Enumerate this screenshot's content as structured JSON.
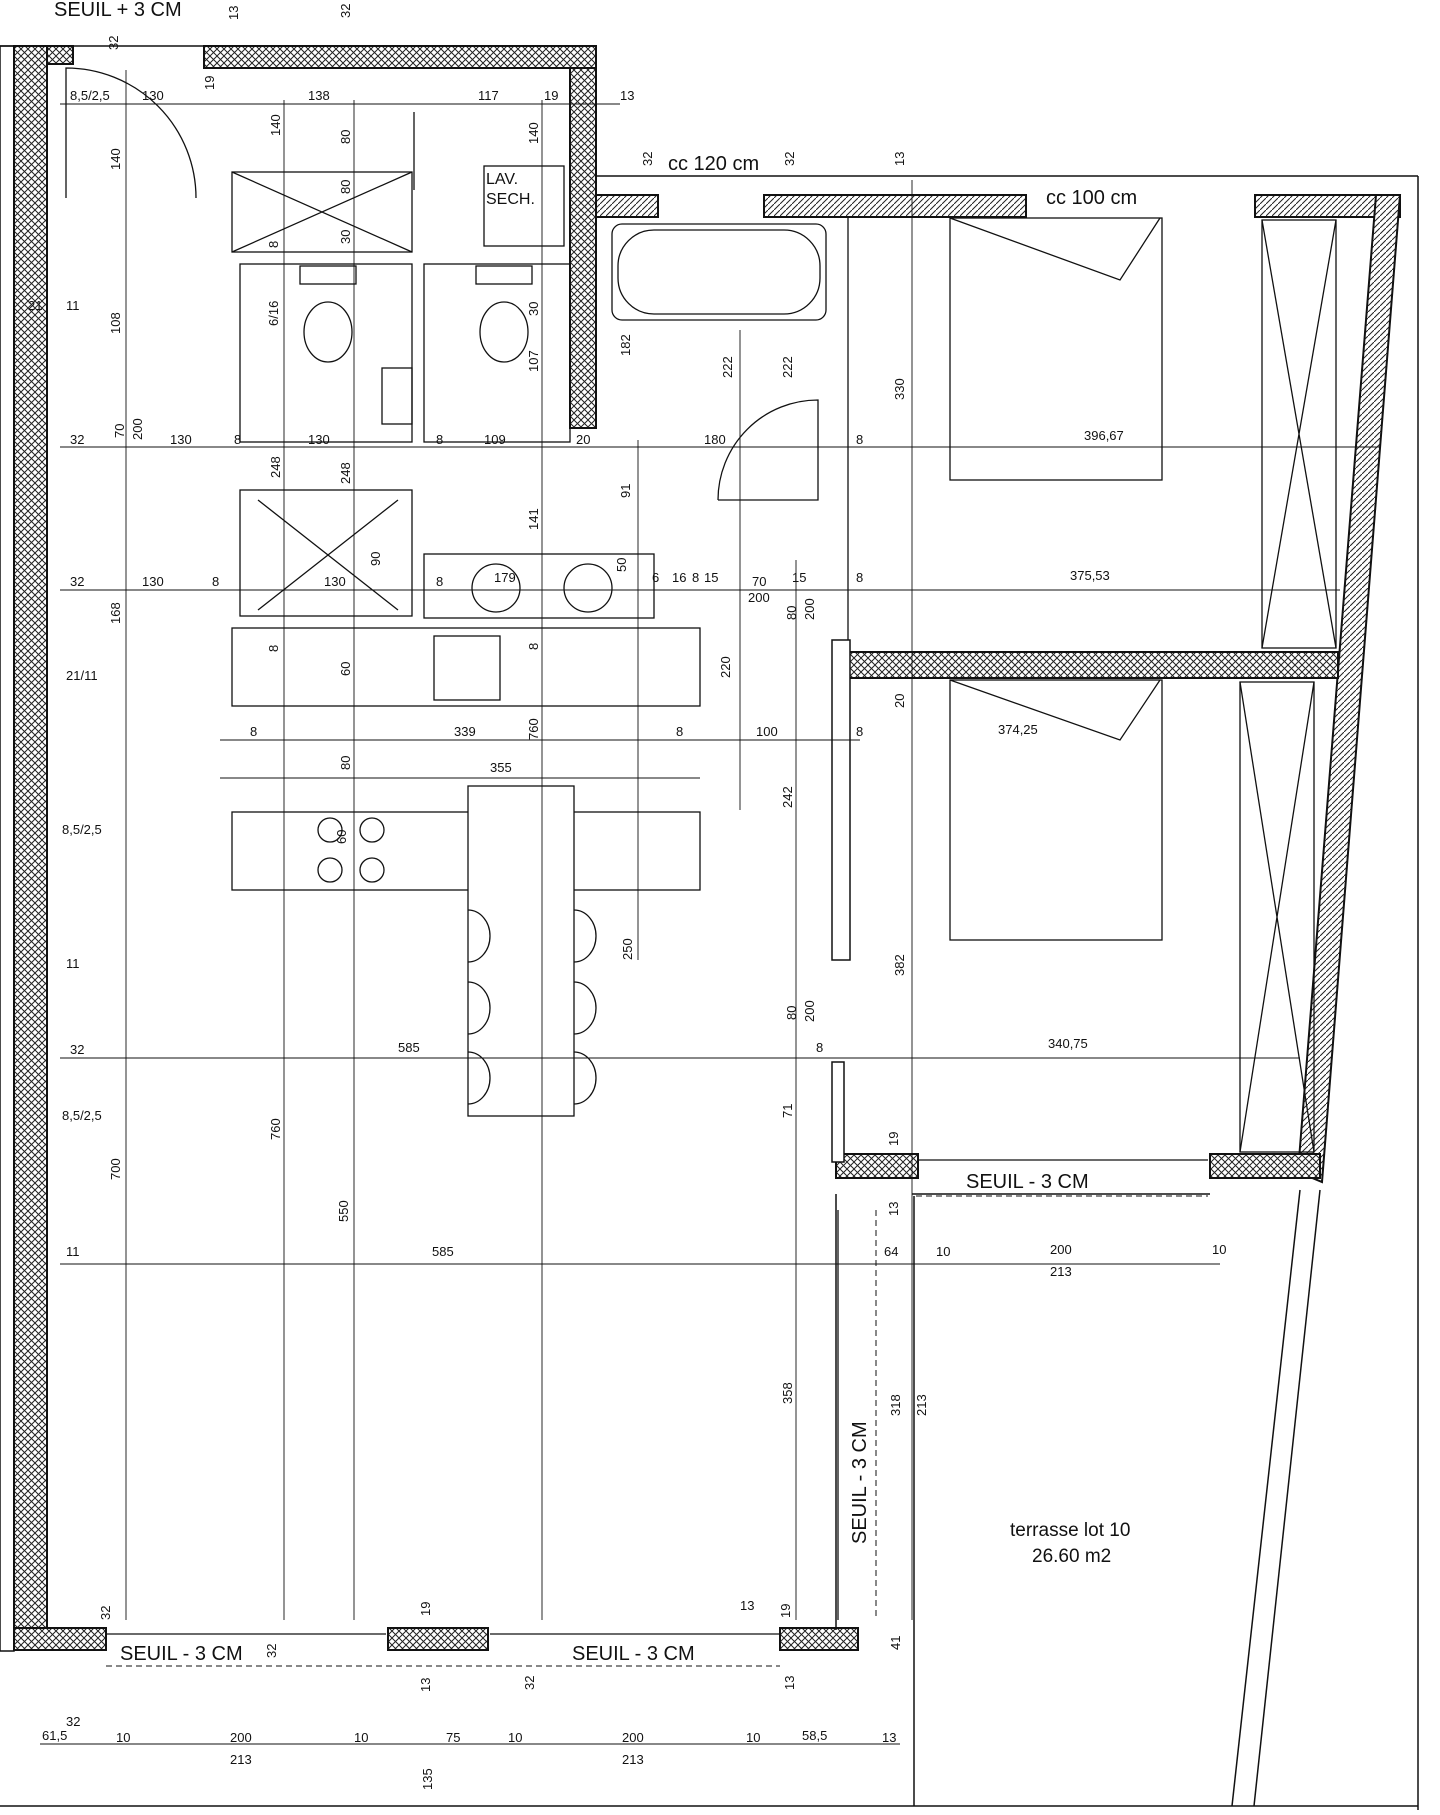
{
  "labels": {
    "seuil_top": "SEUIL + 3 CM",
    "cc_120": "cc 120 cm",
    "cc_100": "cc 100 cm",
    "lav_1": "LAV.",
    "lav_2": "SECH.",
    "seuil_right": "SEUIL - 3 CM",
    "seuil_vertical": "SEUIL - 3 CM",
    "seuil_bottom_left": "SEUIL - 3 CM",
    "seuil_bottom_mid": "SEUIL - 3 CM",
    "terrasse": "terrasse lot 10",
    "terrasse_area": "26.60 m2"
  },
  "dimensions": {
    "d8_5_a": "8,5/2,5",
    "d130_a": "130",
    "d138": "138",
    "d117": "117",
    "d19_a": "19",
    "d13_a": "13",
    "d140_a": "140",
    "d140_b": "140",
    "d80_a": "80",
    "d80_b": "80",
    "d30_a": "30",
    "d140_c": "140",
    "d32_a": "32",
    "d13_b": "13",
    "d32_b": "32",
    "d19_b": "19",
    "d32_c": "32",
    "d32_d": "32",
    "d13_c": "13",
    "d108": "108",
    "d6_16": "6/16",
    "d8_a": "8",
    "d30_b": "30",
    "d107": "107",
    "d182": "182",
    "d222_a": "222",
    "d222_b": "222",
    "d330": "330",
    "d21_a": "21",
    "d11_a": "11",
    "d70_a": "70",
    "d200_a": "200",
    "d32_e": "32",
    "d130_b": "130",
    "d8_b": "8",
    "d130_c": "130",
    "d8_c": "8",
    "d109": "109",
    "d20_a": "20",
    "d180": "180",
    "d8_d": "8",
    "d396": "396,67",
    "d248_a": "248",
    "d248_b": "248",
    "d141": "141",
    "d91": "91",
    "d90": "90",
    "d32_f": "32",
    "d130_d": "130",
    "d8_e": "8",
    "d130_e": "130",
    "d8_f": "8",
    "d179": "179",
    "d50": "50",
    "d6": "6",
    "d16": "16",
    "d8_g": "8",
    "d15_a": "15",
    "d70_b": "70",
    "d200_b": "200",
    "d15_b": "15",
    "d8_h": "8",
    "d375": "375,53",
    "d168": "168",
    "d80_c": "80",
    "d200_c": "200",
    "d21_11": "21/11",
    "d8_i": "8",
    "d60_a": "60",
    "d8_j": "8",
    "d220": "220",
    "d20_b": "20",
    "d8_k": "8",
    "d339": "339",
    "d760_a": "760",
    "d8_l": "8",
    "d100": "100",
    "d8_m": "8",
    "d374": "374,25",
    "d80_d": "80",
    "d355": "355",
    "d242": "242",
    "d8_5_b": "8,5/2,5",
    "d60_b": "60",
    "d250": "250",
    "d382": "382",
    "d11_b": "11",
    "d80_e": "80",
    "d200_d": "200",
    "d32_g": "32",
    "d585_a": "585",
    "d8_n": "8",
    "d340": "340,75",
    "d8_5_c": "8,5/2,5",
    "d760_b": "760",
    "d71": "71",
    "d700": "700",
    "d19_c": "19",
    "d550": "550",
    "d13_d": "13",
    "d11_c": "11",
    "d585_b": "585",
    "d64": "64",
    "d10_a": "10",
    "d200_e": "200",
    "d213_a": "213",
    "d10_b": "10",
    "d358": "358",
    "d318": "318",
    "d213_b": "213",
    "d32_h": "32",
    "d19_d": "19",
    "d19_e": "19",
    "d41": "41",
    "d32_i": "32",
    "d13_e": "13",
    "d32_j": "32",
    "d13_f": "13",
    "d61_5": "61,5",
    "d10_c": "10",
    "d200_f": "200",
    "d213_c": "213",
    "d10_d": "10",
    "d75": "75",
    "d10_e": "10",
    "d200_g": "200",
    "d213_d": "213",
    "d10_f": "10",
    "d58_5": "58,5",
    "d13_g": "13",
    "d135": "135",
    "d32_k": "32",
    "d13_h": "13"
  }
}
